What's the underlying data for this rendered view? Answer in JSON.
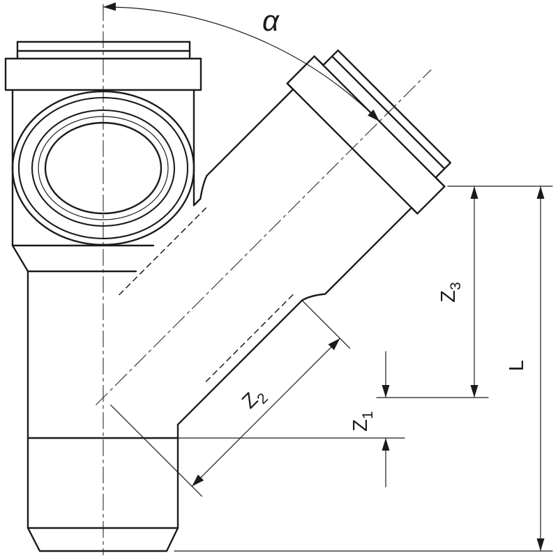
{
  "drawing": {
    "kind": "pipe-branch-fitting-dimension-drawing",
    "colors": {
      "line": "#1b1b1b",
      "background": "#ffffff"
    },
    "dimensions": {
      "angle": {
        "symbol": "α"
      },
      "z1": {
        "base": "Z",
        "sub": "1"
      },
      "z2": {
        "base": "Z",
        "sub": "2"
      },
      "z3": {
        "base": "Z",
        "sub": "3"
      },
      "length": {
        "base": "L"
      }
    }
  }
}
